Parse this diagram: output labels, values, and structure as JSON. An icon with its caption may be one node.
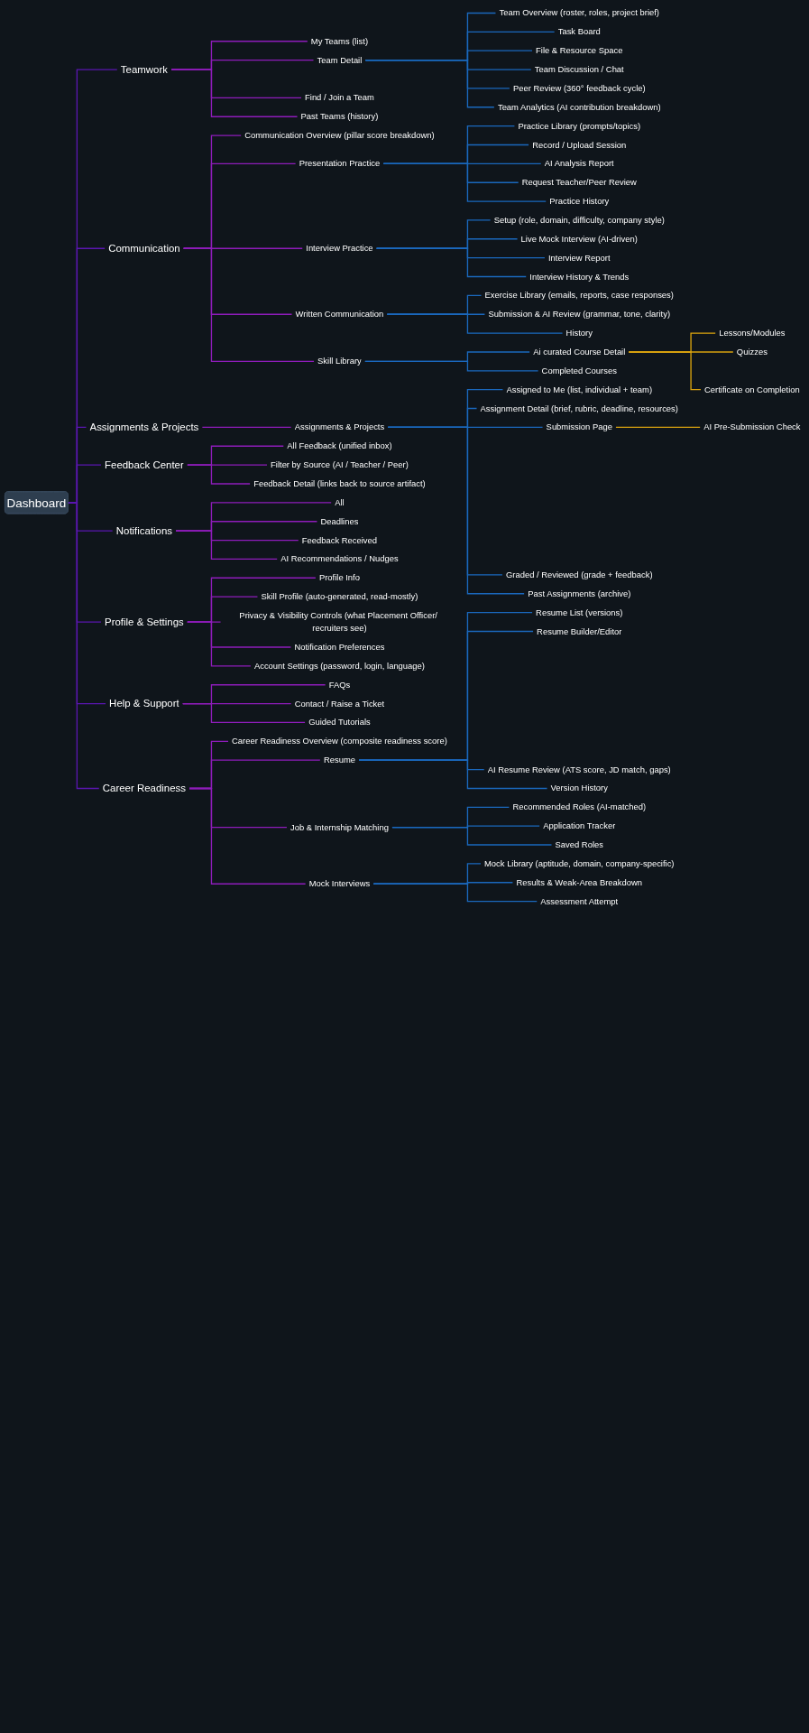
{
  "diagram": {
    "nodes": [
      {
        "text": [
          "Dashboard"
        ]
      },
      {
        "text": [
          "Teamwork"
        ]
      },
      {
        "text": [
          "My Teams (list)"
        ]
      },
      {
        "text": [
          "Team Detail"
        ]
      },
      {
        "text": [
          "Team Overview (roster, roles, project brief)"
        ]
      },
      {
        "text": [
          "Task Board"
        ]
      },
      {
        "text": [
          "File & Resource Space"
        ]
      },
      {
        "text": [
          "Team Discussion / Chat"
        ]
      },
      {
        "text": [
          "Peer Review (360° feedback cycle)"
        ]
      },
      {
        "text": [
          "Team Analytics (AI contribution breakdown)"
        ]
      },
      {
        "text": [
          "Find / Join a Team"
        ]
      },
      {
        "text": [
          "Past Teams (history)"
        ]
      },
      {
        "text": [
          "Communication"
        ]
      },
      {
        "text": [
          "Communication Overview (pillar score breakdown)"
        ]
      },
      {
        "text": [
          "Presentation Practice"
        ]
      },
      {
        "text": [
          "Practice Library (prompts/topics)"
        ]
      },
      {
        "text": [
          "Record / Upload Session"
        ]
      },
      {
        "text": [
          "AI Analysis Report"
        ]
      },
      {
        "text": [
          "Request Teacher/Peer Review"
        ]
      },
      {
        "text": [
          "Practice History"
        ]
      },
      {
        "text": [
          "Interview Practice"
        ]
      },
      {
        "text": [
          "Setup (role, domain, difficulty, company style)"
        ]
      },
      {
        "text": [
          "Live Mock Interview (AI-driven)"
        ]
      },
      {
        "text": [
          "Interview Report"
        ]
      },
      {
        "text": [
          "Interview History & Trends"
        ]
      },
      {
        "text": [
          "Written Communication"
        ]
      },
      {
        "text": [
          "Exercise Library (emails, reports, case responses)"
        ]
      },
      {
        "text": [
          "Submission & AI Review (grammar, tone, clarity)"
        ]
      },
      {
        "text": [
          "History"
        ]
      },
      {
        "text": [
          "Skill Library"
        ]
      },
      {
        "text": [
          "Ai curated Course Detail"
        ]
      },
      {
        "text": [
          "Lessons/Modules"
        ]
      },
      {
        "text": [
          "Quizzes"
        ]
      },
      {
        "text": [
          "Certificate on Completion"
        ]
      },
      {
        "text": [
          "Completed Courses"
        ]
      },
      {
        "text": [
          "Assignments & Projects"
        ]
      },
      {
        "text": [
          "Assignments & Projects"
        ]
      },
      {
        "text": [
          "Assigned to Me (list, individual + team)"
        ]
      },
      {
        "text": [
          "Assignment Detail (brief, rubric, deadline, resources)"
        ]
      },
      {
        "text": [
          "Submission Page"
        ]
      },
      {
        "text": [
          "AI Pre-Submission Check"
        ]
      },
      {
        "text": [
          "Graded / Reviewed (grade + feedback)"
        ]
      },
      {
        "text": [
          "Past Assignments (archive)"
        ]
      },
      {
        "text": [
          "Feedback Center"
        ]
      },
      {
        "text": [
          "All Feedback (unified inbox)"
        ]
      },
      {
        "text": [
          "Filter by Source (AI / Teacher / Peer)"
        ]
      },
      {
        "text": [
          "Feedback Detail (links back to source artifact)"
        ]
      },
      {
        "text": [
          "Notifications"
        ]
      },
      {
        "text": [
          "All"
        ]
      },
      {
        "text": [
          "Deadlines"
        ]
      },
      {
        "text": [
          "Feedback Received"
        ]
      },
      {
        "text": [
          "AI Recommendations / Nudges"
        ]
      },
      {
        "text": [
          "Profile & Settings"
        ]
      },
      {
        "text": [
          "Profile Info"
        ]
      },
      {
        "text": [
          "Skill Profile (auto-generated, read-mostly)"
        ]
      },
      {
        "text": [
          "Privacy & Visibility Controls (what Placement Officer/ recruiters see)"
        ]
      },
      {
        "text": [
          "Notification Preferences"
        ]
      },
      {
        "text": [
          "Account Settings (password, login, language)"
        ]
      },
      {
        "text": [
          "Help & Support"
        ]
      },
      {
        "text": [
          "FAQs"
        ]
      },
      {
        "text": [
          "Contact / Raise a Ticket"
        ]
      },
      {
        "text": [
          "Guided Tutorials"
        ]
      },
      {
        "text": [
          "Career Readiness"
        ]
      },
      {
        "text": [
          "Career Readiness Overview (composite readiness score)"
        ]
      },
      {
        "text": [
          "Resume"
        ]
      },
      {
        "text": [
          "Resume List (versions)"
        ]
      },
      {
        "text": [
          "Resume Builder/Editor"
        ]
      },
      {
        "text": [
          "AI Resume Review (ATS score, JD match, gaps)"
        ]
      },
      {
        "text": [
          "Version History"
        ]
      },
      {
        "text": [
          "Job & Internship Matching"
        ]
      },
      {
        "text": [
          "Recommended Roles (AI-matched)"
        ]
      },
      {
        "text": [
          "Application Tracker"
        ]
      },
      {
        "text": [
          "Saved Roles"
        ]
      },
      {
        "text": [
          "Mock Interviews"
        ]
      },
      {
        "text": [
          "Mock Library (aptitude, domain, company-specific)"
        ]
      },
      {
        "text": [
          "Results & Weak-Area Breakdown"
        ]
      },
      {
        "text": [
          "Assessment Attempt"
        ]
      }
    ],
    "edges": [
      {
        "from": 0,
        "to": 1,
        "arrow": "none",
        "color": "#5a16b0"
      },
      {
        "from": 1,
        "to": 2,
        "arrow": "none",
        "color": "#8e1cba"
      },
      {
        "from": 1,
        "to": 3,
        "arrow": "none",
        "color": "#8e1cba"
      },
      {
        "from": 3,
        "to": 4,
        "arrow": "none"
      },
      {
        "from": 3,
        "to": 5,
        "arrow": "none"
      },
      {
        "from": 3,
        "to": 6,
        "arrow": "none"
      },
      {
        "from": 3,
        "to": 7,
        "arrow": "none"
      },
      {
        "from": 3,
        "to": 8,
        "arrow": "none"
      },
      {
        "from": 3,
        "to": 9,
        "arrow": "none"
      },
      {
        "from": 1,
        "to": 10,
        "arrow": "none",
        "color": "#8e1cba"
      },
      {
        "from": 1,
        "to": 11,
        "arrow": "none",
        "color": "#8e1cba"
      },
      {
        "from": 0,
        "to": 12,
        "arrow": "none",
        "color": "#5a16b0"
      },
      {
        "from": 12,
        "to": 13,
        "arrow": "none",
        "color": "#8e1cba"
      },
      {
        "from": 12,
        "to": 14,
        "arrow": "none",
        "color": "#8e1cba"
      },
      {
        "from": 14,
        "to": 15,
        "arrow": "none"
      },
      {
        "from": 14,
        "to": 16,
        "arrow": "none"
      },
      {
        "from": 14,
        "to": 17,
        "arrow": "none"
      },
      {
        "from": 14,
        "to": 18,
        "arrow": "none"
      },
      {
        "from": 14,
        "to": 19,
        "arrow": "none"
      },
      {
        "from": 12,
        "to": 20,
        "arrow": "none",
        "color": "#8e1cba"
      },
      {
        "from": 20,
        "to": 21,
        "arrow": "none"
      },
      {
        "from": 20,
        "to": 22,
        "arrow": "none"
      },
      {
        "from": 20,
        "to": 23,
        "arrow": "none"
      },
      {
        "from": 20,
        "to": 24,
        "arrow": "none"
      },
      {
        "from": 12,
        "to": 25,
        "arrow": "none",
        "color": "#8e1cba"
      },
      {
        "from": 25,
        "to": 26,
        "arrow": "none"
      },
      {
        "from": 25,
        "to": 27,
        "arrow": "none"
      },
      {
        "from": 25,
        "to": 28,
        "arrow": "none"
      },
      {
        "from": 12,
        "to": 29,
        "arrow": "none",
        "color": "#8e1cba"
      },
      {
        "from": 29,
        "to": 30,
        "arrow": "none"
      },
      {
        "from": 30,
        "to": 31,
        "arrow": "none",
        "color": "#d9a20f"
      },
      {
        "from": 30,
        "to": 32,
        "arrow": "none",
        "color": "#d9a20f"
      },
      {
        "from": 30,
        "to": 33,
        "arrow": "none",
        "color": "#d9a20f"
      },
      {
        "from": 29,
        "to": 34,
        "arrow": "none"
      },
      {
        "from": 0,
        "to": 35,
        "arrow": "none",
        "color": "#5a16b0"
      },
      {
        "from": 35,
        "to": 36,
        "arrow": "none",
        "color": "#8e1cba"
      },
      {
        "from": 36,
        "to": 37,
        "arrow": "none"
      },
      {
        "from": 36,
        "to": 38,
        "arrow": "none"
      },
      {
        "from": 36,
        "to": 39,
        "arrow": "none"
      },
      {
        "from": 39,
        "to": 40,
        "arrow": "none",
        "color": "#d9a20f"
      },
      {
        "from": 36,
        "to": 41,
        "arrow": "none"
      },
      {
        "from": 36,
        "to": 42,
        "arrow": "none"
      },
      {
        "from": 0,
        "to": 43,
        "arrow": "none",
        "color": "#5a16b0"
      },
      {
        "from": 43,
        "to": 44,
        "arrow": "none",
        "color": "#8e1cba"
      },
      {
        "from": 43,
        "to": 45,
        "arrow": "none",
        "color": "#8e1cba"
      },
      {
        "from": 43,
        "to": 46,
        "arrow": "none",
        "color": "#8e1cba"
      },
      {
        "from": 0,
        "to": 47,
        "arrow": "none",
        "color": "#5a16b0"
      },
      {
        "from": 47,
        "to": 48,
        "arrow": "none",
        "color": "#8e1cba"
      },
      {
        "from": 47,
        "to": 49,
        "arrow": "none",
        "color": "#8e1cba"
      },
      {
        "from": 47,
        "to": 50,
        "arrow": "none",
        "color": "#8e1cba"
      },
      {
        "from": 47,
        "to": 51,
        "arrow": "none",
        "color": "#8e1cba"
      },
      {
        "from": 0,
        "to": 52,
        "arrow": "none",
        "color": "#5a16b0"
      },
      {
        "from": 52,
        "to": 53,
        "arrow": "none",
        "color": "#8e1cba"
      },
      {
        "from": 52,
        "to": 54,
        "arrow": "none",
        "color": "#8e1cba"
      },
      {
        "from": 52,
        "to": 55,
        "arrow": "none",
        "color": "#8e1cba"
      },
      {
        "from": 52,
        "to": 56,
        "arrow": "none",
        "color": "#8e1cba"
      },
      {
        "from": 52,
        "to": 57,
        "arrow": "none",
        "color": "#8e1cba"
      },
      {
        "from": 0,
        "to": 58,
        "arrow": "none",
        "color": "#5a16b0"
      },
      {
        "from": 58,
        "to": 59,
        "arrow": "none",
        "color": "#8e1cba"
      },
      {
        "from": 58,
        "to": 60,
        "arrow": "none",
        "color": "#8e1cba"
      },
      {
        "from": 58,
        "to": 61,
        "arrow": "none",
        "color": "#8e1cba"
      },
      {
        "from": 0,
        "to": 62,
        "arrow": "none",
        "color": "#5a16b0"
      },
      {
        "from": 62,
        "to": 63,
        "arrow": "none",
        "color": "#8e1cba"
      },
      {
        "from": 62,
        "to": 64,
        "arrow": "none",
        "color": "#8e1cba"
      },
      {
        "from": 64,
        "to": 65,
        "arrow": "none"
      },
      {
        "from": 64,
        "to": 66,
        "arrow": "none"
      },
      {
        "from": 64,
        "to": 67,
        "arrow": "none"
      },
      {
        "from": 64,
        "to": 68,
        "arrow": "none"
      },
      {
        "from": 62,
        "to": 69,
        "arrow": "none",
        "color": "#8e1cba"
      },
      {
        "from": 69,
        "to": 70,
        "arrow": "none"
      },
      {
        "from": 69,
        "to": 71,
        "arrow": "none"
      },
      {
        "from": 69,
        "to": 72,
        "arrow": "none"
      },
      {
        "from": 62,
        "to": 73,
        "arrow": "none",
        "color": "#8e1cba"
      },
      {
        "from": 73,
        "to": 74,
        "arrow": "none"
      },
      {
        "from": 73,
        "to": 75,
        "arrow": "none"
      },
      {
        "from": 73,
        "to": 76,
        "arrow": "none"
      }
    ]
  }
}
